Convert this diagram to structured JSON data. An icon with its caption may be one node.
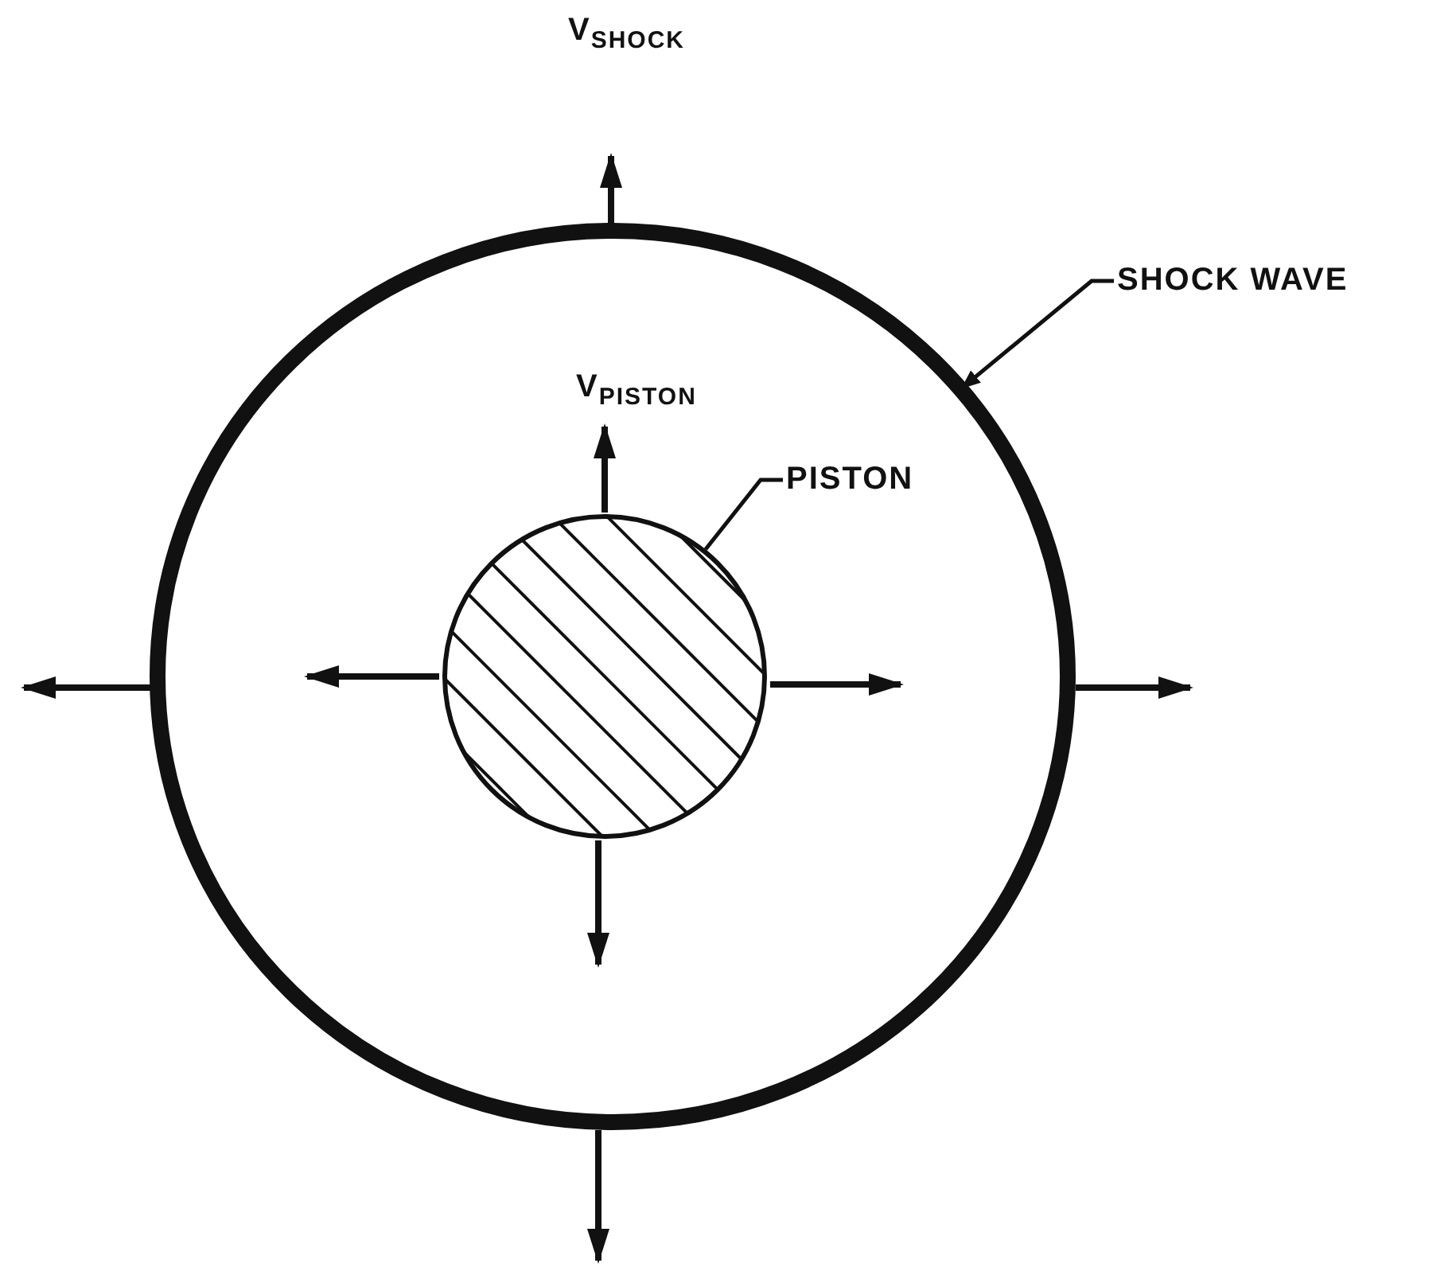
{
  "diagram": {
    "nodes": [
      {
        "text": [
          "SHOCK WAVE"
        ]
      },
      {
        "text": [],
        "shape": "circle"
      },
      {
        "text": [
          "PISTON"
        ],
        "in": 1
      },
      {
        "text": [],
        "shape": "circle",
        "in": 1
      }
    ],
    "edges": [
      {
        "from": 0,
        "to": 1,
        "arrow": "to"
      },
      {
        "from": 2,
        "to": 3,
        "arrow": "none"
      }
    ],
    "labels": [
      "V$_{SHOCK}$",
      "V$_{PISTON}$"
    ]
  }
}
